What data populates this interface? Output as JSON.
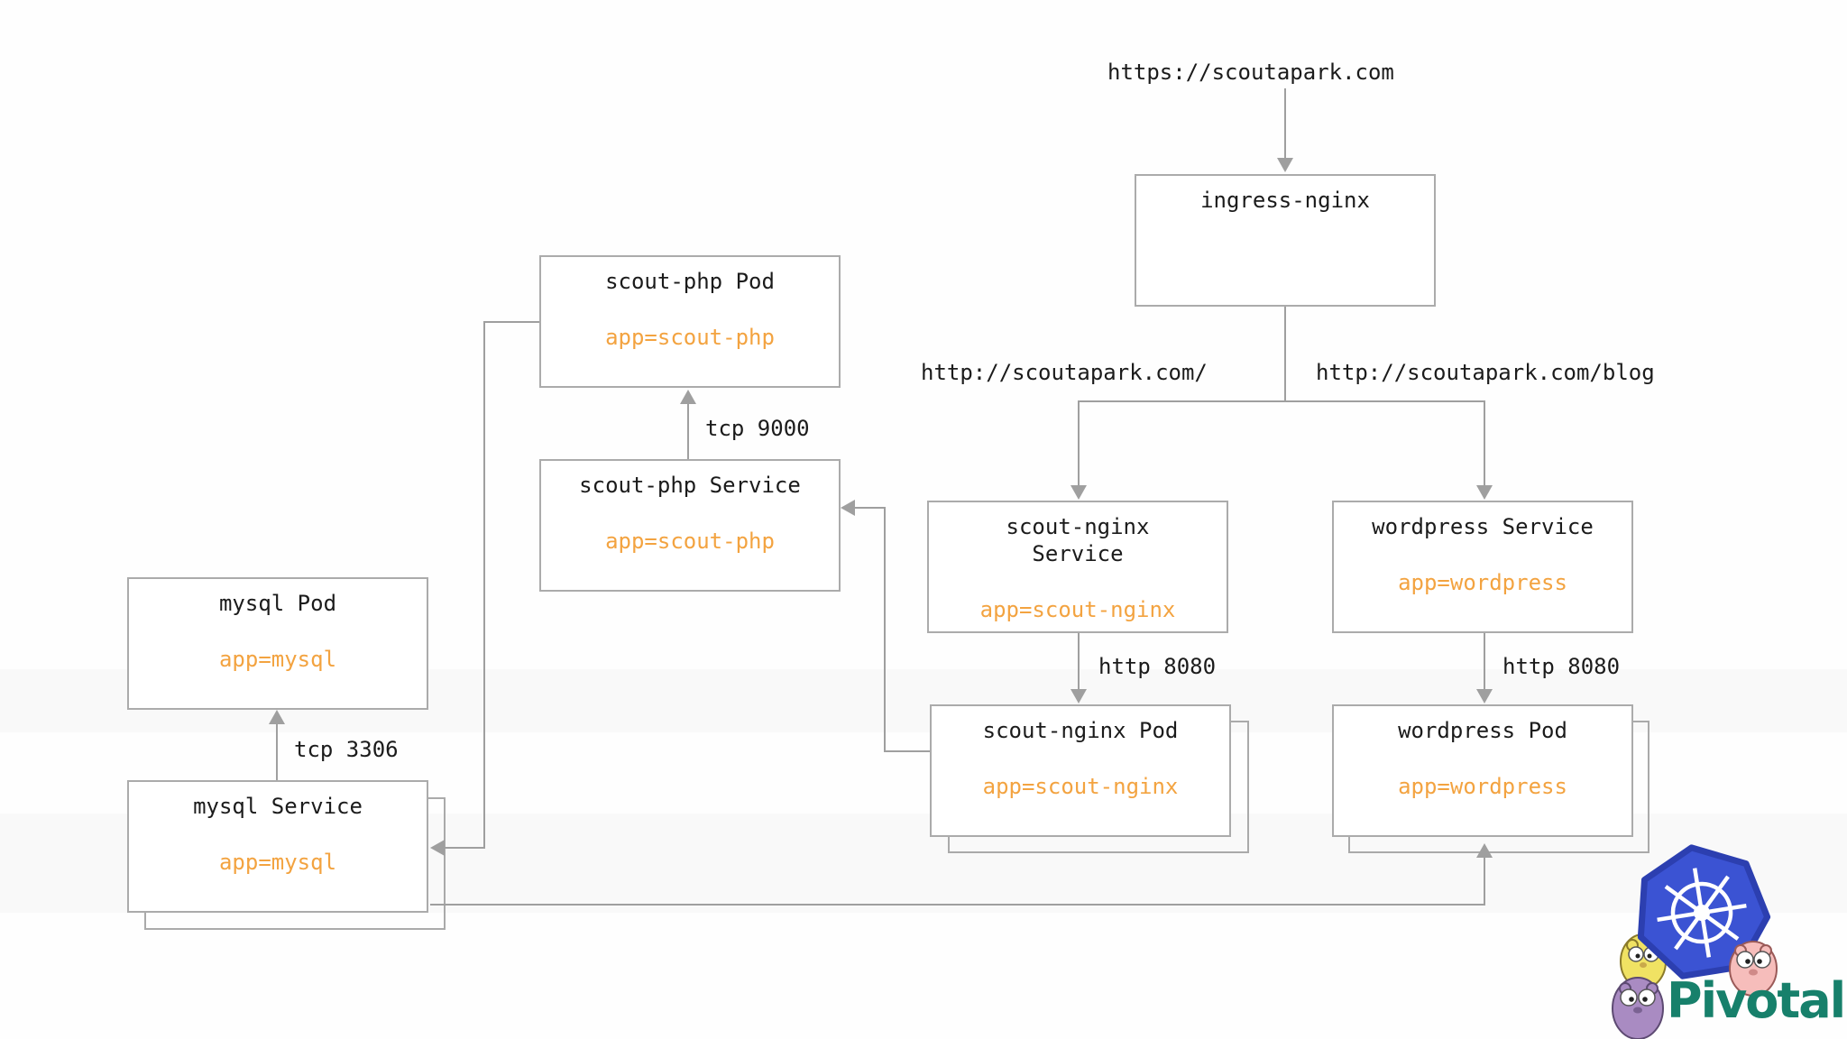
{
  "diagram": {
    "external_url": "https://scoutapark.com",
    "routes": {
      "root": "http://scoutapark.com/",
      "blog": "http://scoutapark.com/blog"
    },
    "ports": {
      "scout_nginx": "http 8080",
      "wordpress": "http 8080",
      "scout_php": "tcp 9000",
      "mysql": "tcp 3306"
    },
    "nodes": {
      "ingress": {
        "title": "ingress-nginx"
      },
      "scout_nginx_service": {
        "title": "scout-nginx Service",
        "selector": "app=scout-nginx"
      },
      "scout_nginx_pod": {
        "title": "scout-nginx Pod",
        "selector": "app=scout-nginx"
      },
      "wordpress_service": {
        "title": "wordpress Service",
        "selector": "app=wordpress"
      },
      "wordpress_pod": {
        "title": "wordpress Pod",
        "selector": "app=wordpress"
      },
      "scout_php_pod": {
        "title": "scout-php Pod",
        "selector": "app=scout-php"
      },
      "scout_php_service": {
        "title": "scout-php Service",
        "selector": "app=scout-php"
      },
      "mysql_pod": {
        "title": "mysql Pod",
        "selector": "app=mysql"
      },
      "mysql_service": {
        "title": "mysql Service",
        "selector": "app=mysql"
      }
    }
  },
  "logo": {
    "brand": "Pivotal"
  },
  "colors": {
    "selector_orange": "#f3a340",
    "box_border_gray": "#ababab",
    "connector_gray": "#9f9f9f",
    "text_dark": "#1b1b1b",
    "kubernetes_blue": "#3b53d3",
    "pivotal_teal": "#17806b"
  }
}
